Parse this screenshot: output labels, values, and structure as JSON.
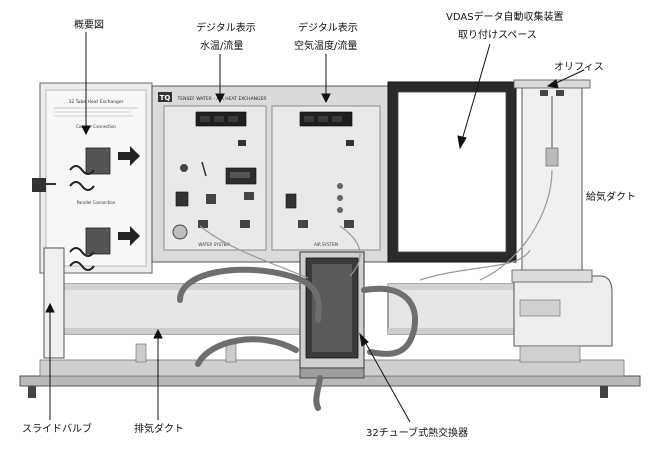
{
  "labels": {
    "overview": "概要図",
    "digital_water_line1": "デジタル表示",
    "digital_water_line2": "水温/流量",
    "digital_air_line1": "デジタル表示",
    "digital_air_line2": "空気温度/流量",
    "vdas_line1": "VDASデータ自動収集装置",
    "vdas_line2": "取り付けスペース",
    "orifice": "オリフィス",
    "supply_duct": "給気ダクト",
    "slide_valve": "スライドバルブ",
    "exhaust_duct": "排気ダクト",
    "heat_exchanger": "32チューブ式熱交換器"
  },
  "panel": {
    "logo": "TQ",
    "header": "TENSEF WATER - AIR HEAT EXCHANGER",
    "water_system": "WATER SYSTEM",
    "air_system": "AIR SYSTEM",
    "diagram_title": "32 Tube Heat Exchanger",
    "counter_flow": "Counter Connection",
    "parallel_flow": "Parallel Connection"
  },
  "colors": {
    "page_background": "#ffffff",
    "panel_face": "#d8d8d8",
    "display_face": "#1f1f1f",
    "vdas_frame": "#2a2a2a",
    "duct_metal": "#e4e4e4",
    "hose": "#7a7a7a",
    "label_text": "#111111"
  }
}
